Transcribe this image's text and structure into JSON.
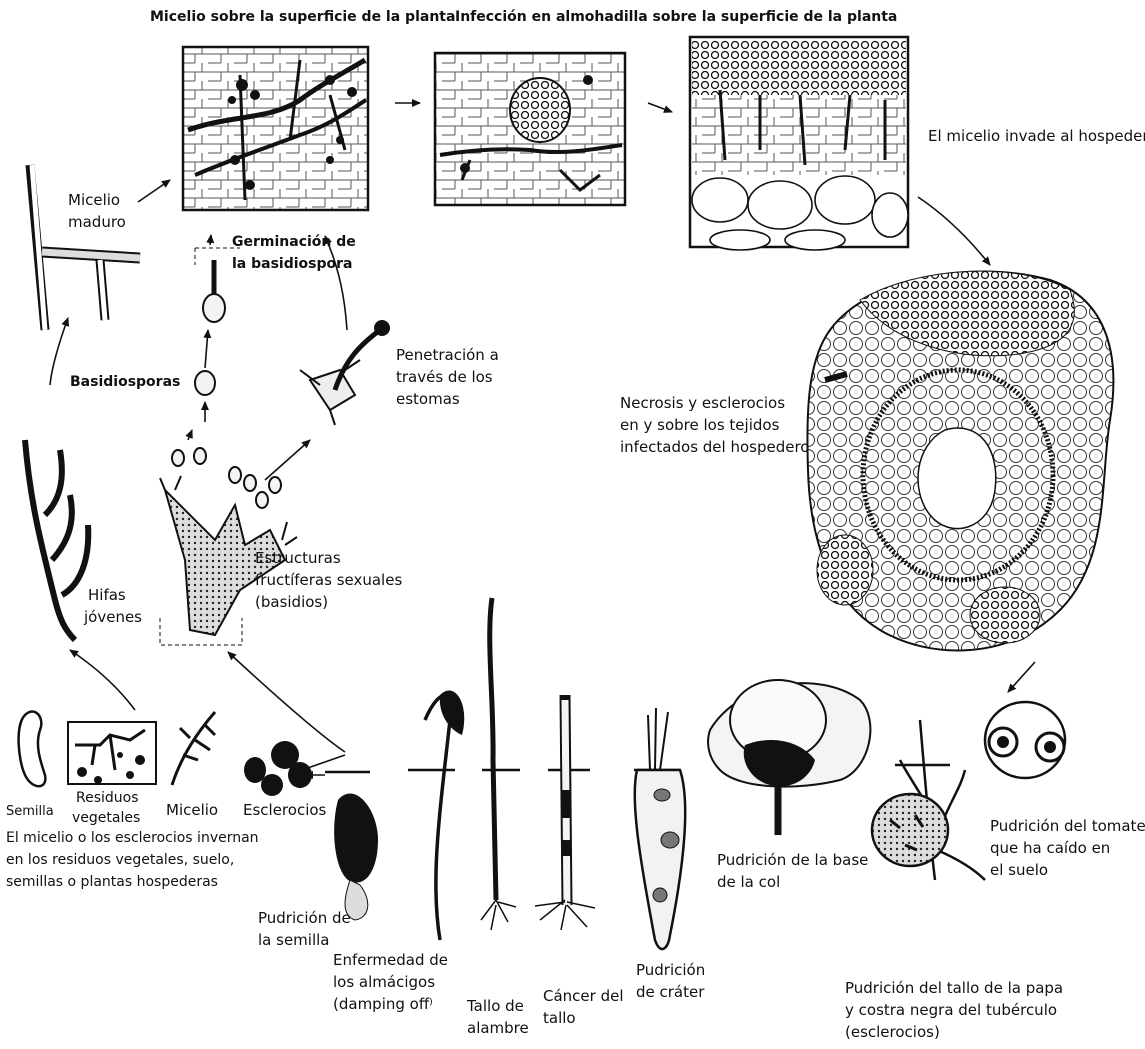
{
  "titles": {
    "mycelium_surface": "Micelio sobre la superficie de la planta",
    "infection_pad": "Infección en almohadilla sobre la superficie de la planta"
  },
  "labels": {
    "invades_host": "El micelio invade al hospedero",
    "mature_mycelium_1": "Micelio",
    "mature_mycelium_2": "maduro",
    "germination_1": "Germinación de",
    "germination_2": "la basidiospora",
    "basidiospores": "Basidiosporas",
    "penetration_1": "Penetración a",
    "penetration_2": "través de los",
    "penetration_3": "estomas",
    "necrosis_1": "Necrosis y esclerocios",
    "necrosis_2": "en y sobre los tejidos",
    "necrosis_3": "infectados del hospedero",
    "young_hyphae_1": "Hifas",
    "young_hyphae_2": "jóvenes",
    "fruiting_1": "Estructuras",
    "fruiting_2": "fructíferas sexuales",
    "fruiting_3": "(basidios)",
    "seed": "Semilla",
    "plant_residue_1": "Residuos",
    "plant_residue_2": "vegetales",
    "mycelium": "Micelio",
    "sclerotia": "Esclerocios",
    "overwinter_1": "El micelio o los esclerocios invernan",
    "overwinter_2": "en los residuos vegetales, suelo,",
    "overwinter_3": "semillas o plantas hospederas",
    "seed_rot_1": "Pudrición de",
    "seed_rot_2": "la semilla",
    "damping_off_1": "Enfermedad de",
    "damping_off_2": "los almácigos",
    "damping_off_3": "(damping off⁾",
    "wire_stem_1": "Tallo de",
    "wire_stem_2": "alambre",
    "stem_canker_1": "Cáncer del",
    "stem_canker_2": "tallo",
    "crater_rot_1": "Pudrición",
    "crater_rot_2": "de cráter",
    "cabbage_rot_1": "Pudrición de la base",
    "cabbage_rot_2": "de la col",
    "tomato_rot_1": "Pudrición del tomate",
    "tomato_rot_2": "que ha caído en",
    "tomato_rot_3": "el suelo",
    "potato_rot_1": "Pudrición del tallo de la papa",
    "potato_rot_2": "y costra negra del tubérculo",
    "potato_rot_3": "(esclerocios)"
  }
}
